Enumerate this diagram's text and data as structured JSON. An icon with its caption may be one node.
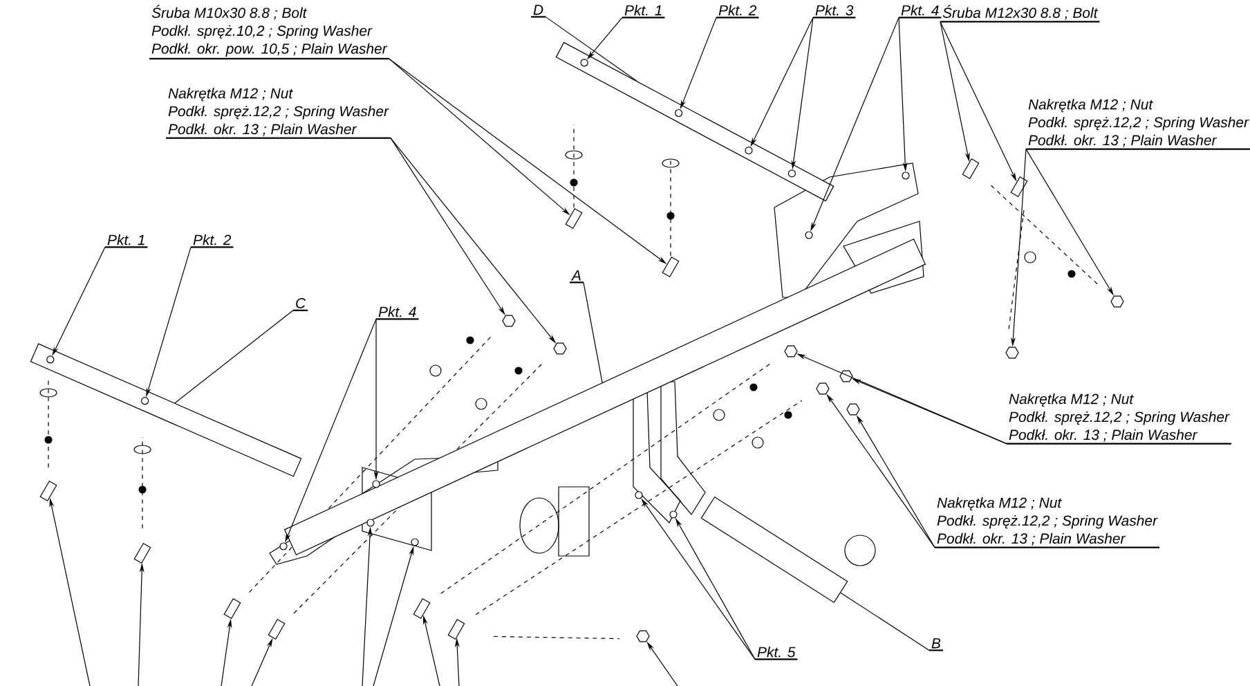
{
  "diagram": {
    "nodes": [
      {
        "text": [
          "Śruba M10x30 8.8 ; Bolt",
          "Podkł. spręż.10,2 ; Spring Washer",
          "Podkł. okr. pow. 10,5 ; Plain Washer"
        ]
      },
      {
        "text": [
          "D"
        ]
      },
      {
        "text": [
          "Pkt. 1"
        ]
      },
      {
        "text": [
          "Pkt. 2"
        ]
      },
      {
        "text": [
          "Pkt. 3"
        ]
      },
      {
        "text": [
          "Pkt. 4"
        ]
      },
      {
        "text": [
          "Śruba M12x30 8.8 ; Bolt"
        ]
      },
      {
        "text": [
          "Nakrętka  M12 ; Nut",
          "Podkł. spręż.12,2 ; Spring Washer",
          "Podkł. okr. 13 ; Plain Washer"
        ]
      },
      {
        "text": [
          "Nakrętka  M12 ; Nut",
          "Podkł. spręż.12,2 ; Spring Washer",
          "Podkł. okr. 13 ; Plain Washer"
        ]
      },
      {
        "text": [
          "Pkt. 1"
        ]
      },
      {
        "text": [
          "Pkt. 2"
        ]
      },
      {
        "text": [
          "A"
        ]
      },
      {
        "text": [
          "C"
        ]
      },
      {
        "text": [
          "Pkt. 4"
        ]
      },
      {
        "text": [
          "Nakrętka  M12 ; Nut",
          "Podkł. spręż.12,2 ; Spring Washer",
          "Podkł. okr. 13 ; Plain Washer"
        ]
      },
      {
        "text": [
          "Nakrętka  M12 ; Nut",
          "Podkł. spręż.12,2 ; Spring Washer",
          "Podkł. okr. 13 ; Plain Washer"
        ]
      },
      {
        "text": [
          "Pkt. 5"
        ]
      },
      {
        "text": [
          "B"
        ]
      },
      {
        "text": [],
        "shape": "bar"
      },
      {
        "text": [],
        "shape": "bar"
      },
      {
        "text": [],
        "shape": "bar"
      },
      {
        "text": [],
        "shape": "bar"
      },
      {
        "text": [],
        "shape": "circle",
        "in": 18
      },
      {
        "text": [],
        "shape": "circle",
        "in": 18
      },
      {
        "text": [],
        "shape": "circle",
        "in": 18
      },
      {
        "text": [],
        "shape": "circle",
        "in": 18
      },
      {
        "text": [],
        "shape": "circle"
      },
      {
        "text": [],
        "shape": "circle"
      },
      {
        "text": [],
        "shape": "bolt"
      },
      {
        "text": [],
        "shape": "bolt"
      },
      {
        "text": [],
        "shape": "bolt"
      },
      {
        "text": [],
        "shape": "bolt"
      },
      {
        "text": [],
        "shape": "hexagon"
      },
      {
        "text": [],
        "shape": "hexagon"
      },
      {
        "text": [],
        "shape": "hexagon"
      },
      {
        "text": [],
        "shape": "hexagon"
      },
      {
        "text": [],
        "shape": "circle",
        "in": 19
      },
      {
        "text": [],
        "shape": "circle",
        "in": 19
      },
      {
        "text": [],
        "shape": "circle"
      },
      {
        "text": [],
        "shape": "circle"
      },
      {
        "text": [],
        "shape": "hexagon"
      },
      {
        "text": [],
        "shape": "hexagon"
      },
      {
        "text": [],
        "shape": "hexagon"
      },
      {
        "text": [],
        "shape": "hexagon"
      },
      {
        "text": [],
        "shape": "circle"
      },
      {
        "text": [],
        "shape": "circle"
      },
      {
        "text": [],
        "shape": "bolt"
      },
      {
        "text": [],
        "shape": "bolt"
      },
      {
        "text": [],
        "shape": "bolt"
      },
      {
        "text": [],
        "shape": "bolt"
      },
      {
        "text": [],
        "shape": "circle"
      },
      {
        "text": [],
        "shape": "circle"
      },
      {
        "text": [],
        "shape": "bolt"
      },
      {
        "text": [],
        "shape": "bolt"
      },
      {
        "text": [],
        "shape": "hexagon"
      }
    ],
    "edges": [
      {
        "from": 0,
        "to": 30,
        "arrow": "to"
      },
      {
        "from": 0,
        "to": 31,
        "arrow": "to"
      },
      {
        "from": 1,
        "to": 18,
        "arrow": "none"
      },
      {
        "from": 2,
        "to": 22,
        "arrow": "to"
      },
      {
        "from": 3,
        "to": 23,
        "arrow": "to"
      },
      {
        "from": 4,
        "to": 24,
        "arrow": "to"
      },
      {
        "from": 4,
        "to": 25,
        "arrow": "to"
      },
      {
        "from": 5,
        "to": 26,
        "arrow": "to"
      },
      {
        "from": 5,
        "to": 27,
        "arrow": "to"
      },
      {
        "from": 6,
        "to": 28,
        "arrow": "to"
      },
      {
        "from": 6,
        "to": 29,
        "arrow": "to"
      },
      {
        "from": 7,
        "to": 32,
        "arrow": "to"
      },
      {
        "from": 7,
        "to": 33,
        "arrow": "to"
      },
      {
        "from": 8,
        "to": 34,
        "arrow": "to"
      },
      {
        "from": 8,
        "to": 35,
        "arrow": "to"
      },
      {
        "from": 9,
        "to": 36,
        "arrow": "to"
      },
      {
        "from": 10,
        "to": 37,
        "arrow": "to"
      },
      {
        "from": 11,
        "to": 20,
        "arrow": "none"
      },
      {
        "from": 12,
        "to": 19,
        "arrow": "none"
      },
      {
        "from": 13,
        "to": 38,
        "arrow": "to"
      },
      {
        "from": 13,
        "to": 39,
        "arrow": "to"
      },
      {
        "from": 14,
        "to": 40,
        "arrow": "to"
      },
      {
        "from": 14,
        "to": 41,
        "arrow": "to"
      },
      {
        "from": 15,
        "to": 42,
        "arrow": "to"
      },
      {
        "from": 15,
        "to": 43,
        "arrow": "to"
      },
      {
        "from": 16,
        "to": 44,
        "arrow": "to"
      },
      {
        "from": 16,
        "to": 45,
        "arrow": "to"
      },
      {
        "from": 17,
        "to": 21,
        "arrow": "none"
      },
      {
        "from": null,
        "to": 46,
        "arrow": "to"
      },
      {
        "from": null,
        "to": 47,
        "arrow": "to"
      },
      {
        "from": null,
        "to": 48,
        "arrow": "to"
      },
      {
        "from": null,
        "to": 49,
        "arrow": "to"
      },
      {
        "from": null,
        "to": 50,
        "arrow": "to"
      },
      {
        "from": null,
        "to": 51,
        "arrow": "to"
      },
      {
        "from": null,
        "to": 52,
        "arrow": "to"
      },
      {
        "from": null,
        "to": 53,
        "arrow": "to"
      },
      {
        "from": null,
        "to": 54,
        "arrow": "to"
      }
    ]
  }
}
